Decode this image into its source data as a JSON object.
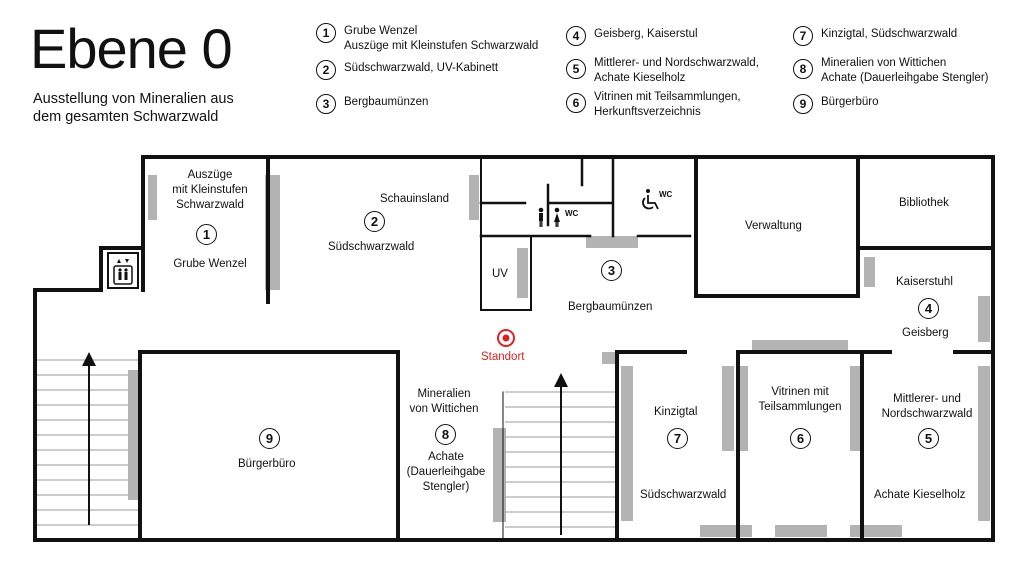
{
  "header": {
    "title": "Ebene 0",
    "subtitle_line1": "Ausstellung von Mineralien aus",
    "subtitle_line2": "dem gesamten Schwarzwald"
  },
  "legend": [
    {
      "num": "1",
      "line1": "Grube Wenzel",
      "line2": "Auszüge mit Kleinstufen Schwarzwald"
    },
    {
      "num": "2",
      "line1": "Südschwarzwald, UV-Kabinett",
      "line2": ""
    },
    {
      "num": "3",
      "line1": "Bergbaumünzen",
      "line2": ""
    },
    {
      "num": "4",
      "line1": "Geisberg, Kaiserstul",
      "line2": ""
    },
    {
      "num": "5",
      "line1": "Mittlerer- und Nordschwarzwald,",
      "line2": "Achate Kieselholz"
    },
    {
      "num": "6",
      "line1": "Vitrinen mit Teilsammlungen,",
      "line2": "Herkunftsverzeichnis"
    },
    {
      "num": "7",
      "line1": "Kinzigtal, Südschwarzwald",
      "line2": ""
    },
    {
      "num": "8",
      "line1": "Mineralien von Wittichen",
      "line2": "Achate (Dauerleihgabe Stengler)"
    },
    {
      "num": "9",
      "line1": "Bürgerbüro",
      "line2": ""
    }
  ],
  "map": {
    "room1": {
      "top1": "Auszüge",
      "top2": "mit Kleinstufen",
      "top3": "Schwarzwald",
      "num": "1",
      "bottom": "Grube Wenzel"
    },
    "room2": {
      "top": "Schauinsland",
      "num": "2",
      "bottom": "Südschwarzwald"
    },
    "wc_label": "WC",
    "wc_accessible_label": "WC",
    "uv": "UV",
    "room3": {
      "num": "3",
      "label": "Bergbaumünzen"
    },
    "verwaltung": "Verwaltung",
    "bibliothek": "Bibliothek",
    "room4": {
      "top": "Kaiserstuhl",
      "num": "4",
      "bottom": "Geisberg"
    },
    "standort": "Standort",
    "room8": {
      "l1": "Mineralien",
      "l2": "von Wittichen",
      "num": "8",
      "l3": "Achate",
      "l4": "(Dauerleihgabe",
      "l5": "Stengler)"
    },
    "room9": {
      "num": "9",
      "label": "Bürgerbüro"
    },
    "room7": {
      "top": "Kinzigtal",
      "num": "7",
      "bottom": "Südschwarzwald"
    },
    "room6": {
      "l1": "Vitrinen mit",
      "l2": "Teilsammlungen",
      "num": "6"
    },
    "room5": {
      "l1": "Mittlerer- und",
      "l2": "Nordschwarzwald",
      "num": "5",
      "bottom": "Achate Kieselholz"
    }
  },
  "colors": {
    "wall": "#111111",
    "display_case": "#b3b3b3",
    "standort": "#e02020"
  }
}
